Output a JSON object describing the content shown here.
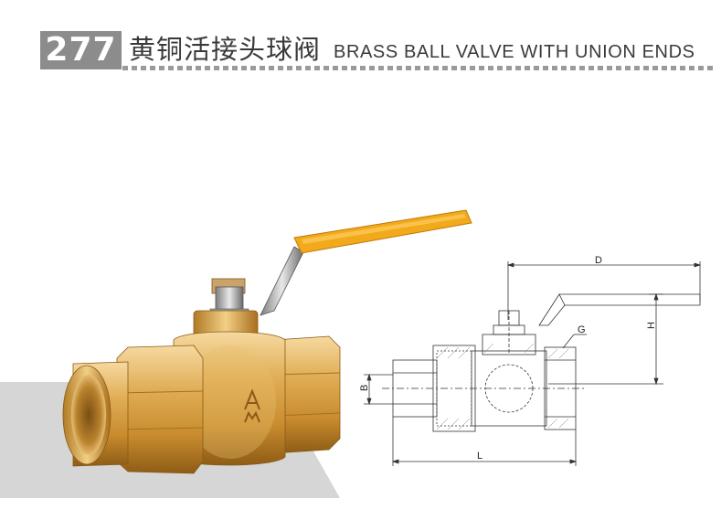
{
  "header": {
    "model_number": "277",
    "title_zh": "黄铜活接头球阀",
    "title_en": "BRASS BALL VALVE WITH UNION ENDS"
  },
  "drawing": {
    "dim_D": "D",
    "dim_H": "H",
    "dim_G": "G",
    "dim_B": "B",
    "dim_L": "L"
  },
  "colors": {
    "badge": "#8c8c8c",
    "brass": "#d9a441",
    "handle": "#f2a91c",
    "floor": "#d4d4d4"
  },
  "icons": {
    "product_photo": "brass-ball-valve-photo",
    "logo_mark": "AM-logo"
  }
}
